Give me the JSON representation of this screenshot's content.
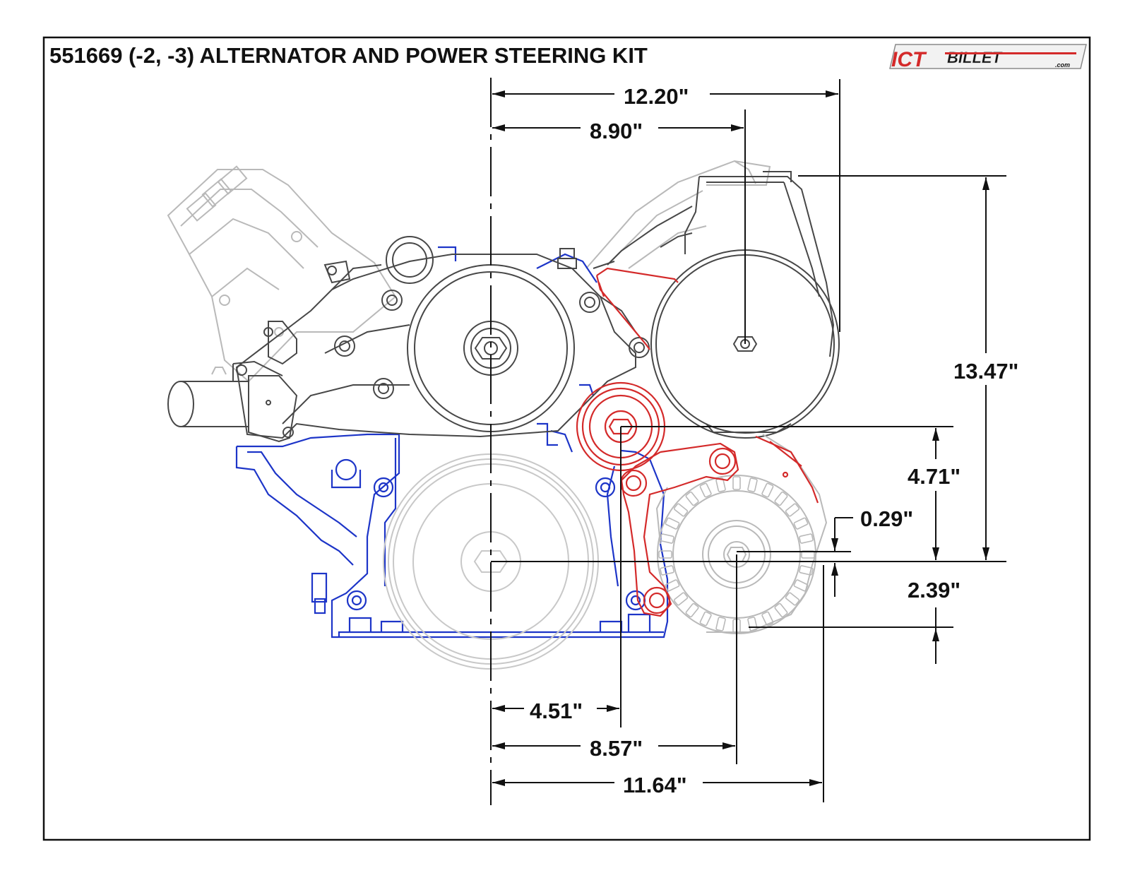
{
  "title": "551669 (-2, -3) ALTERNATOR AND POWER STEERING KIT",
  "logo": {
    "text_primary": "ICT",
    "text_secondary": "BILLET",
    "text_small": ".com",
    "colors": {
      "red": "#d42a2a",
      "black": "#111111",
      "silver": "#c0c0c0"
    }
  },
  "dimensions": {
    "horizontal": {
      "ps_total": "12.20\"",
      "ps_pulley_center": "8.90\"",
      "idler_center": "4.51\"",
      "alternator_center": "8.57\"",
      "alternator_total": "11.64\""
    },
    "vertical": {
      "ps_height": "13.47\"",
      "idler_height": "4.71\"",
      "alternator_offset": "0.29\"",
      "alternator_below": "2.39\""
    }
  },
  "colors": {
    "outline": "#111111",
    "engine_lines": "#474747",
    "faded_lines": "#b9b9b9",
    "front_cover": "#1d35c8",
    "brackets": "#d42a2a"
  }
}
